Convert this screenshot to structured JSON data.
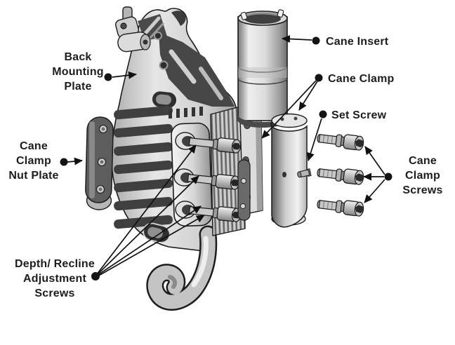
{
  "labels": {
    "back_mounting_plate": {
      "lines": [
        "Back",
        "Mounting",
        "Plate"
      ]
    },
    "cane_insert": {
      "lines": [
        "Cane Insert"
      ]
    },
    "cane_clamp": {
      "lines": [
        "Cane Clamp"
      ]
    },
    "set_screw": {
      "lines": [
        "Set Screw"
      ]
    },
    "cane_clamp_nut_plate": {
      "lines": [
        "Cane",
        "Clamp",
        "Nut Plate"
      ]
    },
    "cane_clamp_screws": {
      "lines": [
        "Cane",
        "Clamp",
        "Screws"
      ]
    },
    "depth_recline_adjustment_screws": {
      "lines": [
        "Depth/ Recline",
        "Adjustment",
        "Screws"
      ]
    }
  },
  "colors": {
    "background": "#ffffff",
    "ink": "#111111",
    "part_light": "#e8e8e8",
    "part_mid": "#b5b5b5",
    "part_dark": "#474747"
  }
}
